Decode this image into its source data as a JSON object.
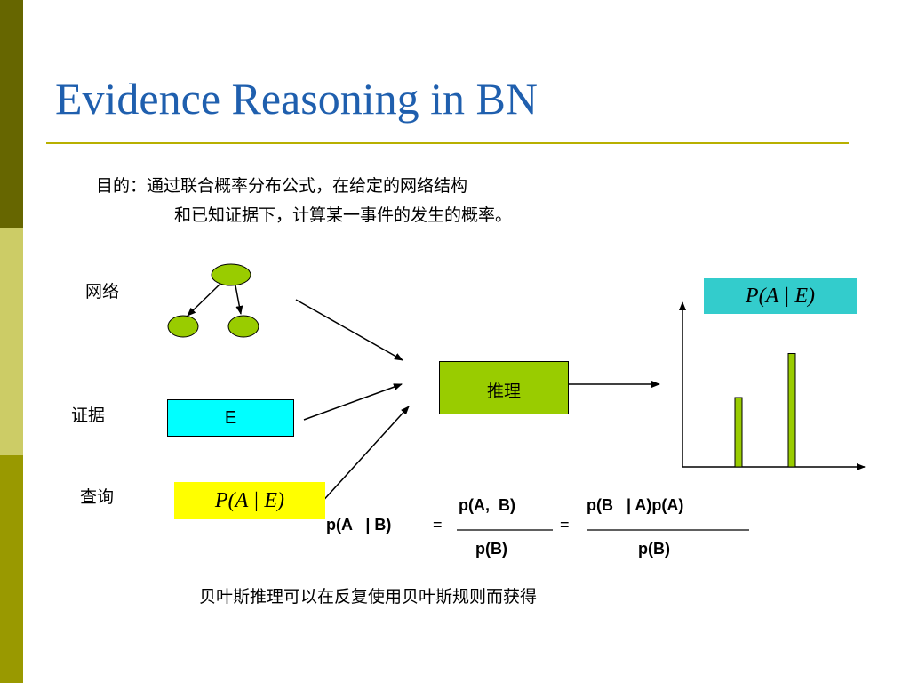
{
  "slide": {
    "title": "Evidence Reasoning in BN",
    "purpose_line1": "目的：通过联合概率分布公式，在给定的网络结构",
    "purpose_line2": "和已知证据下，计算某一事件的发生的概率。",
    "label_network": "网络",
    "label_evidence": "证据",
    "label_query": "查询",
    "evidence_box": "E",
    "inference_box": "推理",
    "query_formula": "P(A | E)",
    "result_formula": "P(A | E)",
    "equation": {
      "lhs": "p(A   | B)",
      "eq1": "=",
      "frac1_num": "p(A,  B)",
      "frac1_den": "p(B)",
      "eq2": "=",
      "frac2_num": "p(B   | A)p(A)",
      "frac2_den": "p(B)"
    },
    "footer": "贝叶斯推理可以在反复使用贝叶斯规则而获得"
  },
  "colors": {
    "title": "#1f5fae",
    "bar_top": "#666600",
    "bar_mid": "#cccc66",
    "bar_bottom": "#999900",
    "node": "#99cc00",
    "evidence_box": "#00ffff",
    "query_box": "#ffff00",
    "result_box": "#33cccc"
  },
  "chart_data": {
    "type": "bar",
    "title": "",
    "categories": [
      "",
      ""
    ],
    "values": [
      0.52,
      0.85
    ],
    "ylim": [
      0,
      1
    ],
    "grid": false
  }
}
